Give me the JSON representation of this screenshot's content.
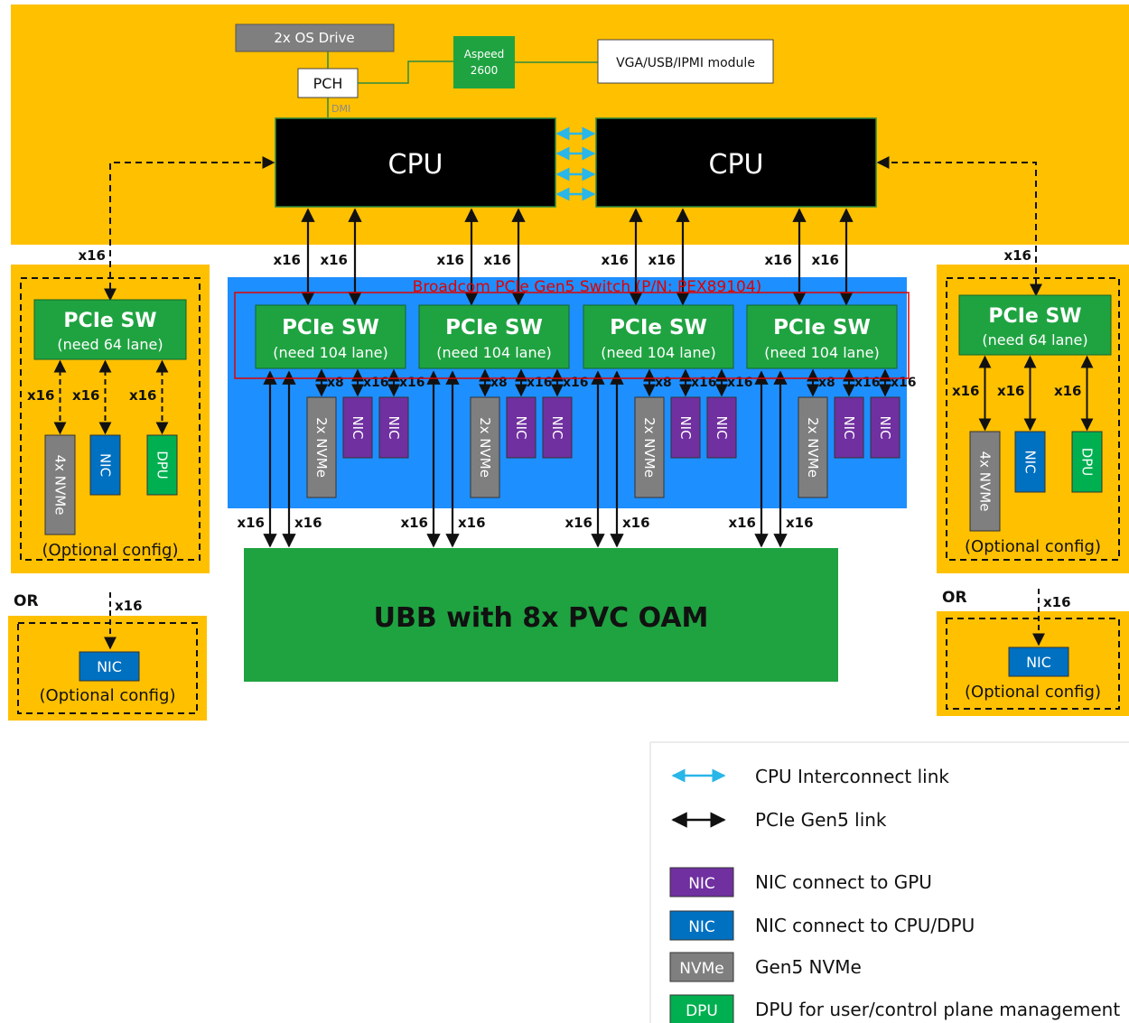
{
  "top_components": {
    "os_drive": "2x OS Drive",
    "pch": "PCH",
    "dmi": "DMI",
    "aspeed": [
      "Aspeed",
      "2600"
    ],
    "vga_module": "VGA/USB/IPMI module"
  },
  "cpus": {
    "left": "CPU",
    "right": "CPU"
  },
  "switch_highlight_label": "Broadcom PCIe Gen5 Switch (P/N: PEX89104)",
  "central_switches": [
    {
      "title": "PCIe SW",
      "sub": "(need 104 lane)",
      "cpu_links": [
        "x16",
        "x16"
      ],
      "down_labels": [
        "x8",
        "x16",
        "x16"
      ],
      "devices": [
        "2x NVMe",
        "NIC",
        "NIC"
      ],
      "ubb_links": [
        "x16",
        "x16"
      ]
    },
    {
      "title": "PCIe SW",
      "sub": "(need 104 lane)",
      "cpu_links": [
        "x16",
        "x16"
      ],
      "down_labels": [
        "x8",
        "x16",
        "x16"
      ],
      "devices": [
        "2x NVMe",
        "NIC",
        "NIC"
      ],
      "ubb_links": [
        "x16",
        "x16"
      ]
    },
    {
      "title": "PCIe SW",
      "sub": "(need 104 lane)",
      "cpu_links": [
        "x16",
        "x16"
      ],
      "down_labels": [
        "x8",
        "x16",
        "x16"
      ],
      "devices": [
        "2x NVMe",
        "NIC",
        "NIC"
      ],
      "ubb_links": [
        "x16",
        "x16"
      ]
    },
    {
      "title": "PCIe SW",
      "sub": "(need 104 lane)",
      "cpu_links": [
        "x16",
        "x16"
      ],
      "down_labels": [
        "x8",
        "x16",
        "x16"
      ],
      "devices": [
        "2x NVMe",
        "NIC",
        "NIC"
      ],
      "ubb_links": [
        "x16",
        "x16"
      ]
    }
  ],
  "ubb": "UBB with 8x PVC OAM",
  "optional_left": {
    "cpu_link": "x16",
    "switch_title": "PCIe SW",
    "switch_sub": "(need 64 lane)",
    "links": [
      "x16",
      "x16",
      "x16"
    ],
    "devices": [
      "4x NVMe",
      "NIC",
      "DPU"
    ],
    "caption": "(Optional config)",
    "or": "OR",
    "alt_link": "x16",
    "alt_device": "NIC",
    "alt_caption": "(Optional config)"
  },
  "optional_right": {
    "cpu_link": "x16",
    "switch_title": "PCIe SW",
    "switch_sub": "(need 64 lane)",
    "links": [
      "x16",
      "x16",
      "x16"
    ],
    "devices": [
      "4x NVMe",
      "NIC",
      "DPU"
    ],
    "caption": "(Optional config)",
    "or": "OR",
    "alt_link": "x16",
    "alt_device": "NIC",
    "alt_caption": "(Optional config)"
  },
  "legend": {
    "interconnect": "CPU Interconnect link",
    "pcie": "PCIe Gen5 link",
    "items": [
      {
        "swatch": "NIC",
        "text": "NIC connect to GPU",
        "color": "#7030a0"
      },
      {
        "swatch": "NIC",
        "text": "NIC connect to CPU/DPU",
        "color": "#0070c0"
      },
      {
        "swatch": "NVMe",
        "text": "Gen5 NVMe",
        "color": "#7f7f7f"
      },
      {
        "swatch": "DPU",
        "text": "DPU for user/control plane management",
        "color": "#00b050"
      }
    ]
  },
  "colors": {
    "gold": "#ffc000",
    "blue_region": "#1e8fff",
    "switch_green": "#1fa341",
    "ubb_green": "#1fa341",
    "nic_gpu": "#7030a0",
    "nic_cpu": "#0070c0",
    "nvme": "#7f7f7f",
    "dpu": "#00b050",
    "highlight_red": "#e00000",
    "interconnect_cyan": "#29b6e8"
  }
}
